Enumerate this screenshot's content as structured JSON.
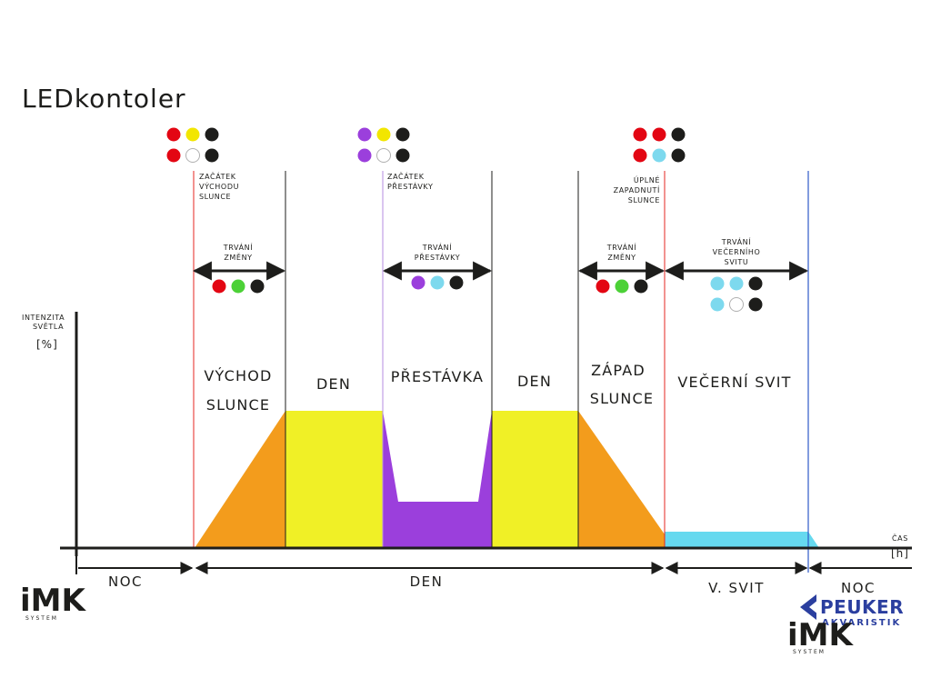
{
  "title": "LEDkontoler",
  "colors": {
    "red": "#e30613",
    "yellow": "#f2e600",
    "black": "#1d1d1b",
    "white": "#ffffff",
    "purple": "#9b3fdc",
    "cyan": "#7dd9ee",
    "green": "#4cd137",
    "orange": "#f39c1c",
    "day_yellow": "#f0f026",
    "evening_cyan": "#66d9ef",
    "line_red": "#e52421",
    "line_purple": "#b58be0",
    "line_blue": "#2f59c9"
  },
  "chart_data": {
    "type": "area",
    "segments": [
      {
        "name": "VÝCHOD SLUNCE",
        "shape": "ramp-up",
        "color": "orange"
      },
      {
        "name": "DEN",
        "shape": "flat",
        "color": "yellow"
      },
      {
        "name": "PŘESTÁVKA",
        "shape": "dip",
        "color": "purple"
      },
      {
        "name": "DEN",
        "shape": "flat",
        "color": "yellow"
      },
      {
        "name": "ZÁPAD SLUNCE",
        "shape": "ramp-down",
        "color": "orange"
      },
      {
        "name": "VEČERNÍ SVIT",
        "shape": "low-flat",
        "color": "cyan"
      }
    ]
  },
  "markers": [
    {
      "label": [
        "ZAČÁTEK",
        "VÝCHODU",
        "SLUNCE"
      ],
      "dots": [
        [
          "red",
          "yellow",
          "black"
        ],
        [
          "red",
          "white",
          "black"
        ]
      ]
    },
    {
      "label": [
        "ZAČÁTEK",
        "PŘESTÁVKY"
      ],
      "dots": [
        [
          "purple",
          "yellow",
          "black"
        ],
        [
          "purple",
          "white",
          "black"
        ]
      ]
    },
    {
      "label": [
        "ÚPLNÉ",
        "ZAPADNUTÍ",
        "SLUNCE"
      ],
      "dots": [
        [
          "red",
          "red",
          "black"
        ],
        [
          "red",
          "cyan",
          "black"
        ]
      ]
    }
  ],
  "durations": [
    {
      "label": [
        "TRVÁNÍ",
        "ZMĚNY"
      ],
      "dots": [
        [
          "red",
          "green",
          "black"
        ]
      ]
    },
    {
      "label": [
        "TRVÁNÍ",
        "PŘESTÁVKY"
      ],
      "dots": [
        [
          "purple",
          "cyan",
          "black"
        ]
      ]
    },
    {
      "label": [
        "TRVÁNÍ",
        "ZMĚNY"
      ],
      "dots": [
        [
          "red",
          "green",
          "black"
        ]
      ]
    },
    {
      "label": [
        "TRVÁNÍ",
        "VEČERNÍHO",
        "SVITU"
      ],
      "dots": [
        [
          "cyan",
          "cyan",
          "black"
        ],
        [
          "cyan",
          "white",
          "black"
        ]
      ]
    }
  ],
  "phase_labels": [
    [
      "VÝCHOD",
      "SLUNCE"
    ],
    [
      "DEN"
    ],
    [
      "PŘESTÁVKA"
    ],
    [
      "DEN"
    ],
    [
      "ZÁPAD",
      "SLUNCE"
    ],
    [
      "VEČERNÍ SVIT"
    ]
  ],
  "y_axis": {
    "label": [
      "INTENZITA",
      "SVĚTLA"
    ],
    "unit": "[%]"
  },
  "x_axis": {
    "label": "ČAS",
    "unit": "[h]"
  },
  "bottom_bar": [
    "NOC",
    "DEN",
    "V. SVIT",
    "NOC"
  ],
  "logos": {
    "imk_letters": "iMK",
    "imk_system": "SYSTEM",
    "peuker": "PEUKER",
    "akvaristik": "AKVARISTIK"
  }
}
